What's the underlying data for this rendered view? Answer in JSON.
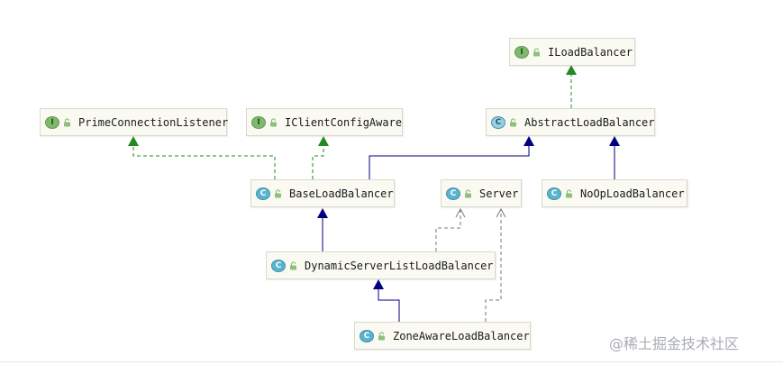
{
  "nodes": {
    "iloadbalancer": {
      "name": "ILoadBalancer",
      "kind": "interface",
      "badge": "I"
    },
    "primeconnectionlistener": {
      "name": "PrimeConnectionListener",
      "kind": "interface",
      "badge": "I"
    },
    "iclientconfigaware": {
      "name": "IClientConfigAware",
      "kind": "interface",
      "badge": "I"
    },
    "abstractloadbalancer": {
      "name": "AbstractLoadBalancer",
      "kind": "abstract-class",
      "badge": "C"
    },
    "baseloadbalancer": {
      "name": "BaseLoadBalancer",
      "kind": "class",
      "badge": "C"
    },
    "server": {
      "name": "Server",
      "kind": "class",
      "badge": "C"
    },
    "nooploadbalancer": {
      "name": "NoOpLoadBalancer",
      "kind": "class",
      "badge": "C"
    },
    "dynamicserverlistloadbalancer": {
      "name": "DynamicServerListLoadBalancer",
      "kind": "class",
      "badge": "C"
    },
    "zoneawareloadbalancer": {
      "name": "ZoneAwareLoadBalancer",
      "kind": "class",
      "badge": "C"
    }
  },
  "edges": [
    {
      "from": "abstractloadbalancer",
      "to": "iloadbalancer",
      "type": "implements"
    },
    {
      "from": "baseloadbalancer",
      "to": "primeconnectionlistener",
      "type": "implements"
    },
    {
      "from": "baseloadbalancer",
      "to": "iclientconfigaware",
      "type": "implements"
    },
    {
      "from": "baseloadbalancer",
      "to": "abstractloadbalancer",
      "type": "extends"
    },
    {
      "from": "nooploadbalancer",
      "to": "abstractloadbalancer",
      "type": "extends"
    },
    {
      "from": "dynamicserverlistloadbalancer",
      "to": "baseloadbalancer",
      "type": "extends"
    },
    {
      "from": "dynamicserverlistloadbalancer",
      "to": "server",
      "type": "uses"
    },
    {
      "from": "zoneawareloadbalancer",
      "to": "dynamicserverlistloadbalancer",
      "type": "extends"
    },
    {
      "from": "zoneawareloadbalancer",
      "to": "server",
      "type": "uses"
    }
  ],
  "colors": {
    "implements": "#218a21",
    "extends": "#00007f",
    "uses": "#777777"
  },
  "watermark": "@稀土掘金技术社区"
}
